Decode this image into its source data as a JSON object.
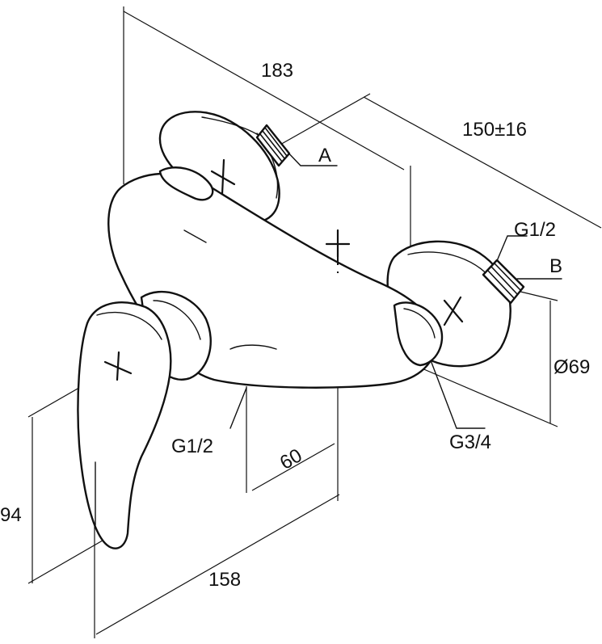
{
  "dimensions": {
    "overall_length": "183",
    "connection_spacing": "150±16",
    "escutcheon_diameter": "Ø69",
    "outlet_spacing": "60",
    "body_width": "158",
    "lever_height": "94"
  },
  "callouts": {
    "a": "A",
    "b": "B",
    "thread_outlet": "G1/2",
    "thread_inlet": "G1/2",
    "thread_nut": "G3/4"
  }
}
